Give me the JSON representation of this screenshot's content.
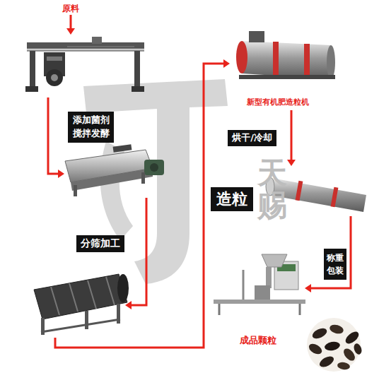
{
  "diagram": {
    "nodes": [
      {
        "text": [
          "添加菌剂 搅拌发酵"
        ]
      },
      {
        "text": [
          "分筛加工"
        ]
      },
      {
        "text": [
          "造粒"
        ]
      },
      {
        "text": [
          "烘干/冷却"
        ]
      },
      {
        "text": [
          "称重 包装"
        ]
      }
    ],
    "labels": [
      "原料",
      "新型有机肥造粒机",
      "成品颗粒",
      "天赐"
    ]
  }
}
